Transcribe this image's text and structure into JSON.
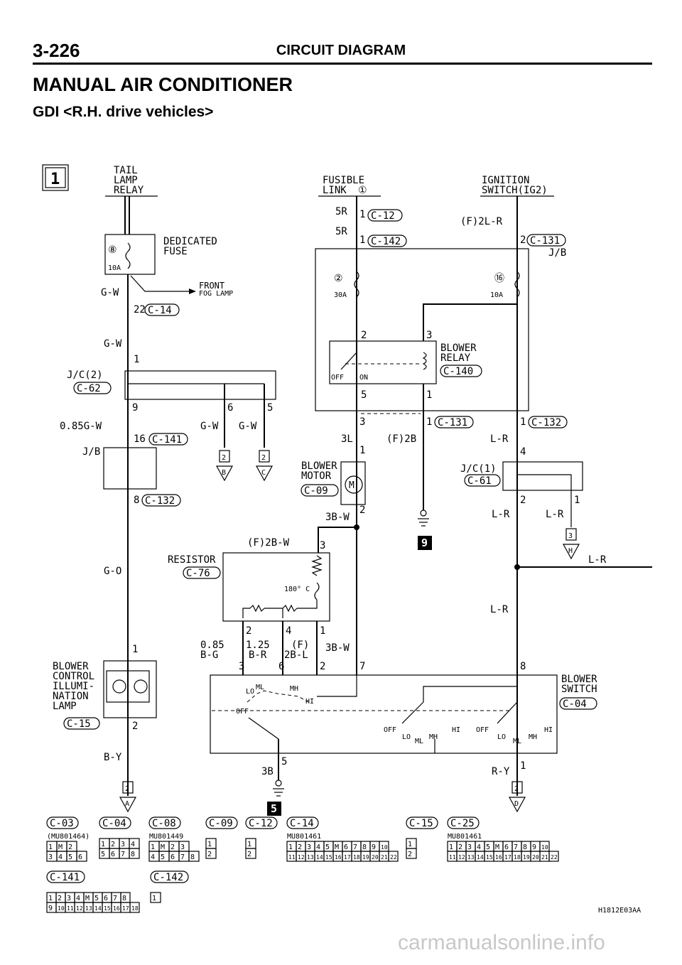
{
  "header": {
    "page_number": "3-226",
    "section": "CIRCUIT DIAGRAM"
  },
  "title": "MANUAL AIR CONDITIONER",
  "subtitle": "GDI <R.H. drive vehicles>",
  "diagram": {
    "sheet_marker": "1",
    "components": {
      "tail_lamp_relay": [
        "TAIL",
        "LAMP",
        "RELAY"
      ],
      "fusible_link": [
        "FUSIBLE",
        "LINK",
        "①"
      ],
      "ignition_switch": [
        "IGNITION",
        "SWITCH(IG2)"
      ],
      "dedicated_fuse": [
        "DEDICATED",
        "FUSE"
      ],
      "front_fog_lamp": [
        "FRONT",
        "FOG LAMP"
      ],
      "jb_right": "J/B",
      "jb_left": "J/B",
      "jc2": [
        "J/C(2)",
        "C-62"
      ],
      "jc1": [
        "J/C(1)",
        "C-61"
      ],
      "blower_relay": [
        "BLOWER",
        "RELAY",
        "C-140"
      ],
      "blower_motor": [
        "BLOWER",
        "MOTOR",
        "C-09"
      ],
      "resistor": [
        "RESISTOR",
        "C-76"
      ],
      "blower_control_lamp": [
        "BLOWER",
        "CONTROL",
        "ILLUMI-",
        "NATION",
        "LAMP",
        "C-15"
      ],
      "blower_switch": [
        "BLOWER",
        "SWITCH",
        "C-04"
      ]
    },
    "fuses": {
      "dedicated": {
        "num": "⑧",
        "rating": "10A"
      },
      "fl2": {
        "num": "②",
        "rating": "30A"
      },
      "jb16": {
        "num": "⑯",
        "rating": "10A"
      }
    },
    "wire_labels": {
      "gw_top": "G-W",
      "gw_mid": "G-W",
      "g085": "0.85G-W",
      "gw_b": "G-W",
      "gw_c": "G-W",
      "go": "G-O",
      "by": "B-Y",
      "f2lr": "(F)2L-R",
      "f2b": "(F)2B",
      "3l": "3L",
      "lr1": "L-R",
      "lr2": "L-R",
      "lr3": "L-R",
      "lr4": "L-R",
      "lr5": "L-R",
      "3bw1": "3B-W",
      "3bw2": "3B-W",
      "f2bw": "(F)2B-W",
      "r085": [
        "0.85",
        "B-G"
      ],
      "r125": [
        "1.25",
        "B-R"
      ],
      "rf2bl": [
        "(F)",
        "2B-L"
      ],
      "3b": "3B",
      "ry": "R-Y",
      "5r_a": "5R",
      "5r_b": "5R"
    },
    "connectors": {
      "c12": "C-12",
      "c142": "C-142",
      "c131a": "C-131",
      "c14": "C-14",
      "c141": "C-141",
      "c132a": "C-132",
      "c131b": "C-131",
      "c132b": "C-132"
    },
    "pins": {
      "p22": "22",
      "p1a": "1",
      "p9": "9",
      "p6": "6",
      "p5": "5",
      "p16": "16",
      "p8": "8",
      "p1b": "1",
      "p2a": "2",
      "pr2": "2",
      "pr3": "3",
      "pr5": "5",
      "pr1": "1",
      "p3a": "3",
      "p1c": "1",
      "p1d": "1",
      "p1e": "1",
      "p2b": "2",
      "p4a": "4",
      "p2c": "2",
      "p1f": "1",
      "p3b": "3",
      "rz2": "2",
      "rz4": "4",
      "rz1": "1",
      "rz3": "3",
      "rz6": "6",
      "rz2b": "2",
      "p7": "7",
      "p8b": "8",
      "p5b": "5",
      "p1g": "1",
      "p1h": "1",
      "p1i": "1",
      "p2d": "2"
    },
    "relay_switch": {
      "off": "OFF",
      "on": "ON"
    },
    "resistor_temp": "180° C",
    "switch_positions": {
      "lo": "LO",
      "ml": "ML",
      "mh": "MH",
      "hi": "HI",
      "off": "OFF"
    },
    "refs": {
      "r2_b": {
        "num": "2",
        "letter": "B"
      },
      "r2_c": {
        "num": "2",
        "letter": "C"
      },
      "r3_h": {
        "num": "3",
        "letter": "H"
      },
      "r2_a": {
        "num": "2",
        "letter": "A"
      },
      "r2_d": {
        "num": "2",
        "letter": "D"
      }
    },
    "grounds": {
      "g9": "9",
      "g5": "5"
    },
    "connector_key": {
      "c03": {
        "label": "C-03",
        "part": "(MU801464)",
        "rows": [
          [
            "1",
            "M",
            "2"
          ],
          [
            "3",
            "4",
            "5",
            "6"
          ]
        ]
      },
      "c04": {
        "label": "C-04",
        "part": "",
        "rows": [
          [
            "1",
            "2",
            "3",
            "4"
          ],
          [
            "5",
            "6",
            "7",
            "8"
          ]
        ]
      },
      "c08": {
        "label": "C-08",
        "part": "MU801449",
        "rows": [
          [
            "1",
            "M",
            "2",
            "3"
          ],
          [
            "4",
            "5",
            "6",
            "7",
            "8"
          ]
        ]
      },
      "c09": {
        "label": "C-09",
        "part": "",
        "rows": [
          [
            "1"
          ],
          [
            "2"
          ]
        ]
      },
      "c12": {
        "label": "C-12",
        "part": "",
        "rows": [
          [
            "1"
          ],
          [
            "2"
          ]
        ]
      },
      "c14": {
        "label": "C-14",
        "part": "MU801461",
        "rows": [
          [
            "1",
            "2",
            "3",
            "4",
            "5",
            "M",
            "6",
            "7",
            "8",
            "9",
            "10"
          ],
          [
            "11",
            "12",
            "13",
            "14",
            "15",
            "16",
            "17",
            "18",
            "19",
            "20",
            "21",
            "22"
          ]
        ]
      },
      "c15": {
        "label": "C-15",
        "part": "",
        "rows": [
          [
            "1"
          ],
          [
            "2"
          ]
        ]
      },
      "c25": {
        "label": "C-25",
        "part": "MU801461",
        "rows": [
          [
            "1",
            "2",
            "3",
            "4",
            "5",
            "M",
            "6",
            "7",
            "8",
            "9",
            "10"
          ],
          [
            "11",
            "12",
            "13",
            "14",
            "15",
            "16",
            "17",
            "18",
            "19",
            "20",
            "21",
            "22"
          ]
        ]
      },
      "c141": {
        "label": "C-141",
        "part": "",
        "rows": [
          [
            "1",
            "2",
            "3",
            "4",
            "M",
            "5",
            "6",
            "7",
            "8"
          ],
          [
            "9",
            "10",
            "11",
            "12",
            "13",
            "14",
            "15",
            "16",
            "17",
            "18"
          ]
        ]
      },
      "c142": {
        "label": "C-142",
        "part": "",
        "rows": [
          [
            "1"
          ]
        ]
      }
    },
    "figure_code": "H1812E03AA"
  },
  "watermark": "carmanualsonline.info"
}
